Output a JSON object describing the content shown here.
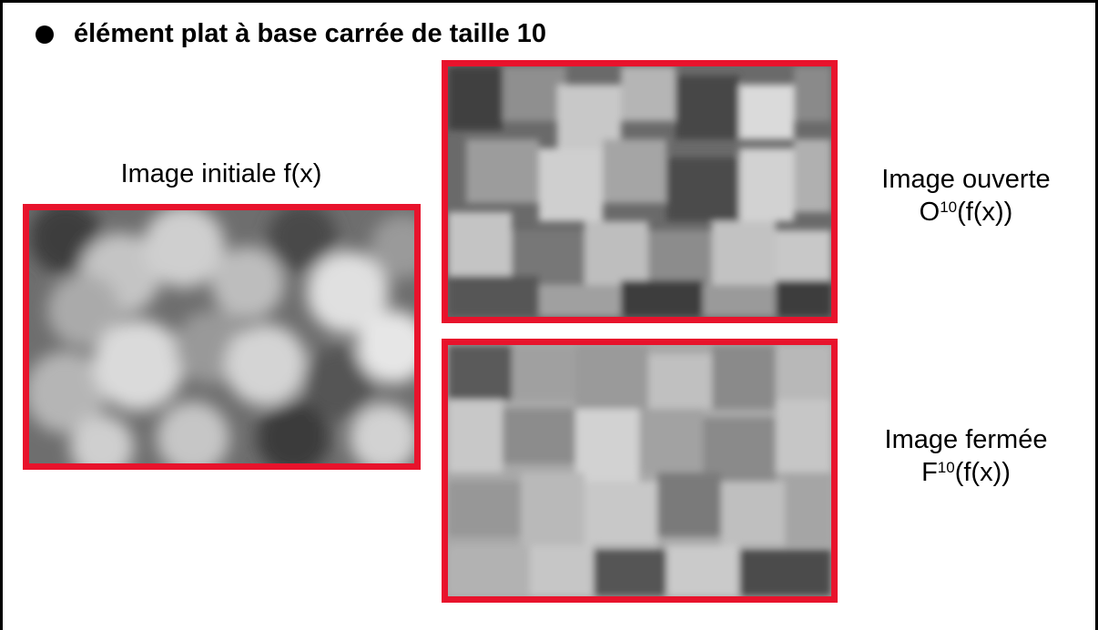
{
  "title": "élément plat à base carrée de taille 10",
  "panels": {
    "initial": {
      "label": "Image initiale f(x)"
    },
    "opened": {
      "label_line1": "Image ouverte",
      "op_letter": "O",
      "op_exponent": "10",
      "op_arg": "(f(x))"
    },
    "closed": {
      "label_line1": "Image fermée",
      "op_letter": "F",
      "op_exponent": "10",
      "op_arg": "(f(x))"
    }
  },
  "colors": {
    "frame": "#e8132c",
    "bullet": "#000000"
  }
}
